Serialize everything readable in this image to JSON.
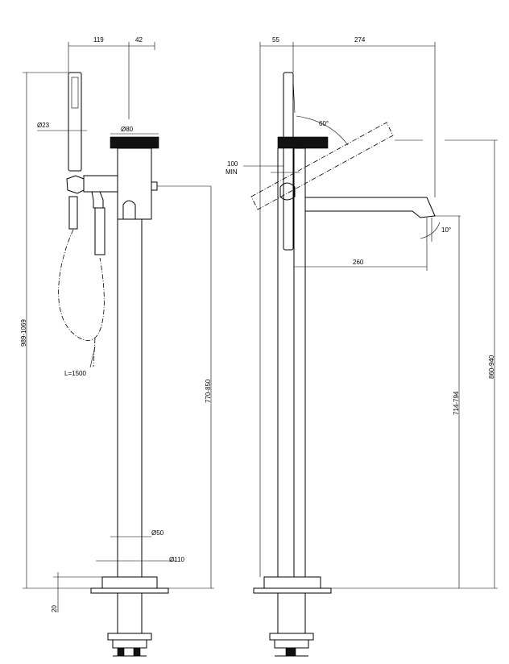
{
  "dimensions": {
    "front_width_left": "119",
    "front_width_right": "42",
    "hand_shower_diameter": "Ø23",
    "top_diameter": "Ø80",
    "total_height": "989-1069",
    "hose_length": "L=1500",
    "spout_height": "770-850",
    "column_diameter": "Ø50",
    "base_diameter": "Ø110",
    "base_height": "20",
    "side_offset": "55",
    "spout_reach": "274",
    "lever_angle": "60°",
    "lever_clearance": "100",
    "lever_clearance_note": "MIN",
    "spout_tilt": "10°",
    "outlet_reach": "260",
    "outlet_height": "714-794",
    "lever_height": "860-940"
  }
}
